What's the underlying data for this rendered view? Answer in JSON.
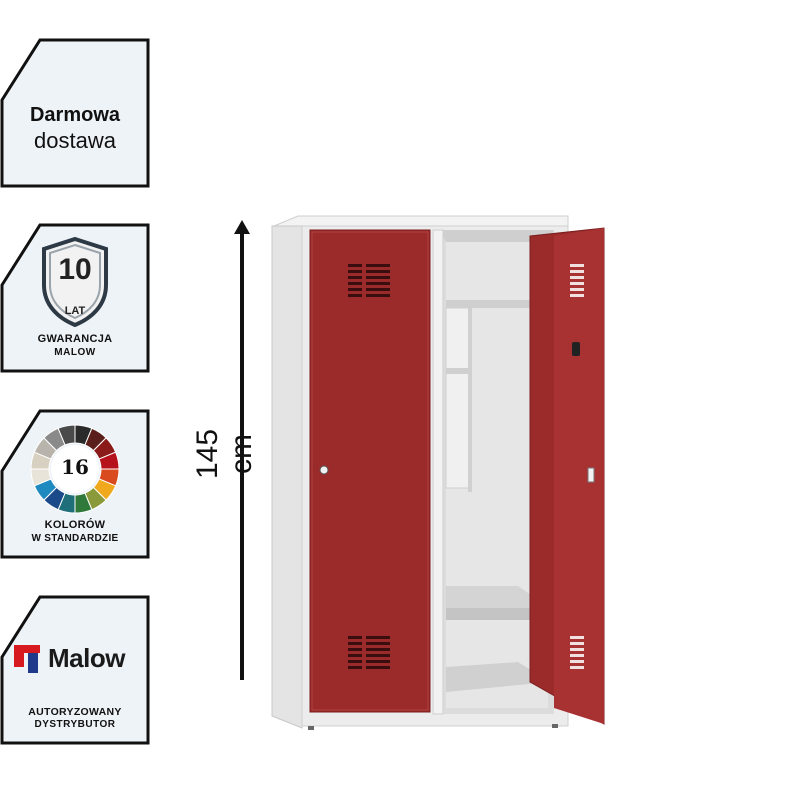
{
  "badges": {
    "delivery": {
      "line1": "Darmowa",
      "line2": "dostawa"
    },
    "warranty": {
      "number": "10",
      "unit": "LAT",
      "line1": "GWARANCJA",
      "line2": "MALOW"
    },
    "colors": {
      "number": "16",
      "line1": "KOLORÓW",
      "line2": "W STANDARDZIE",
      "wheel_colors": [
        "#2a2a2a",
        "#5a1f1a",
        "#8b1a1a",
        "#b5121b",
        "#d94a1e",
        "#f0a81c",
        "#8a9a3a",
        "#2f7a3a",
        "#1f6f7a",
        "#1a4a8a",
        "#1f8ac0",
        "#e8e4da",
        "#d8d0c0",
        "#b8b4ac",
        "#8a8a8a",
        "#4a4a4a"
      ]
    },
    "brand": {
      "name": "Malow",
      "line1": "AUTORYZOWANY",
      "line2": "DYSTRYBUTOR",
      "logo_colors": [
        "#d71920",
        "#1f3a8a"
      ]
    }
  },
  "dimension": {
    "label": "145 cm"
  },
  "product": {
    "body_color": "#e6e6e6",
    "door_color": "#9b2b2b"
  }
}
